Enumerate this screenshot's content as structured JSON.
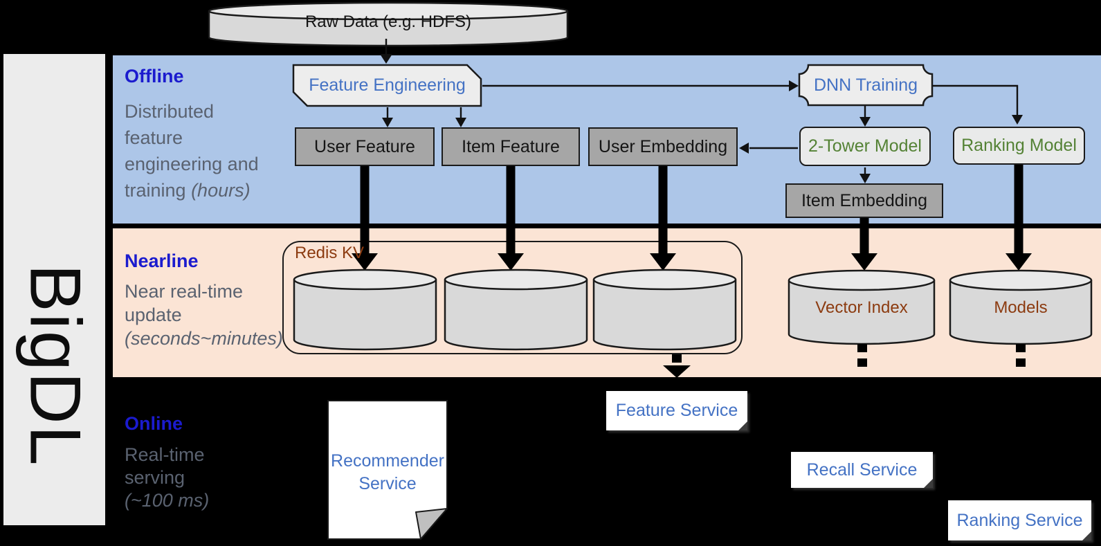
{
  "brand": {
    "name": "BigDL"
  },
  "raw_data": {
    "label": "Raw Data (e.g. HDFS)"
  },
  "offline": {
    "title": "Offline",
    "desc_line1": "Distributed",
    "desc_line2": "feature",
    "desc_line3": "engineering and",
    "desc_line4": "training ",
    "desc_line4_italic": "(hours)",
    "feature_engineering": "Feature Engineering",
    "dnn_training": "DNN Training",
    "user_feature": "User Feature",
    "item_feature": "Item Feature",
    "user_embedding": "User Embedding",
    "two_tower_model": "2-Tower Model",
    "ranking_model": "Ranking Model",
    "item_embedding": "Item Embedding"
  },
  "nearline": {
    "title": "Nearline",
    "desc_line1": "Near real-time",
    "desc_line2": "update",
    "desc_line3_italic": "(seconds~minutes)",
    "redis_kv": "Redis KV",
    "vector_index": "Vector Index",
    "models": "Models"
  },
  "online": {
    "title": "Online",
    "desc_line1": "Real-time",
    "desc_line2": "serving",
    "desc_line3_italic": "(~100 ms)",
    "recommender_service": "Recommender Service",
    "feature_service": "Feature Service",
    "recall_service": "Recall Service",
    "ranking_service": "Ranking Service"
  },
  "colors": {
    "background": "#000000",
    "offline_band": "#adc6e8",
    "nearline_band": "#fbe4d5",
    "sidebar": "#ececec",
    "title_blue": "#1b1bce",
    "desc_gray": "#5a6270",
    "node_blue_text": "#4472c4",
    "node_green_text": "#548235",
    "store_brown_text": "#8c3b10",
    "dark_box_fill": "#a6a6a6",
    "light_box_fill": "#ededed",
    "cylinder_fill": "#d9d9d9"
  }
}
